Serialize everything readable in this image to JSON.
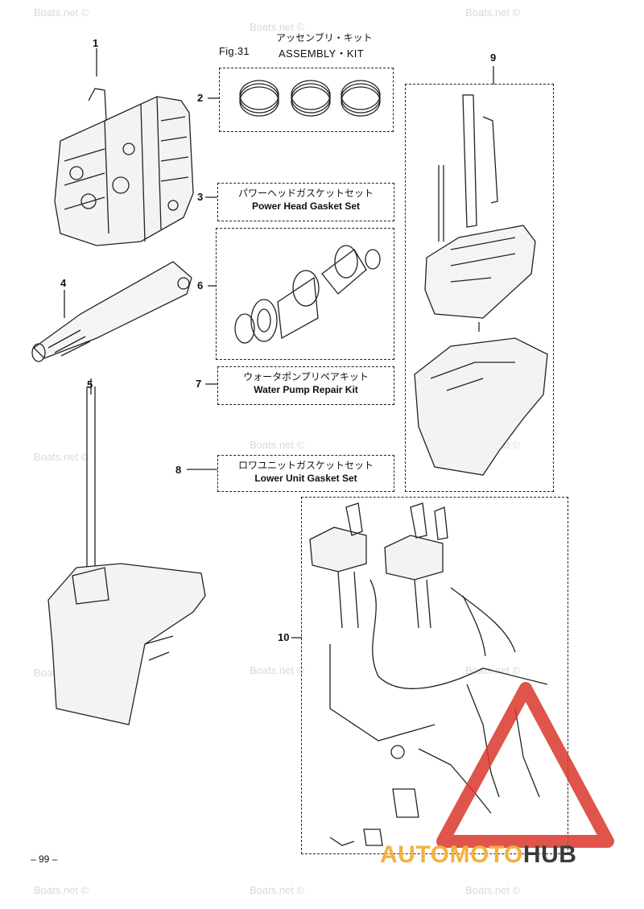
{
  "header": {
    "title_jp": "アッセンブリ・キット",
    "fig_label": "Fig.31",
    "title_en": "ASSEMBLY・KIT"
  },
  "watermark": "Boats.net ©",
  "callouts": {
    "c1": "1",
    "c2": "2",
    "c3": "3",
    "c4": "4",
    "c5": "5",
    "c6": "6",
    "c7": "7",
    "c8": "8",
    "c9": "9",
    "c10": "10"
  },
  "kits": {
    "power_head": {
      "jp": "パワーヘッドガスケットセット",
      "en": "Power Head Gasket Set"
    },
    "water_pump": {
      "jp": "ウォータポンプリペアキット",
      "en": "Water Pump Repair Kit"
    },
    "lower_unit": {
      "jp": "ロワユニットガスケットセット",
      "en": "Lower Unit Gasket Set"
    }
  },
  "page_number": "– 99 –",
  "logo": {
    "part1": "AUTOMOTO",
    "part2": "HUB"
  },
  "colors": {
    "logo_red": "#d9362b",
    "logo_gray": "#3a3a3a",
    "logo_gold": "#f3b23c"
  }
}
